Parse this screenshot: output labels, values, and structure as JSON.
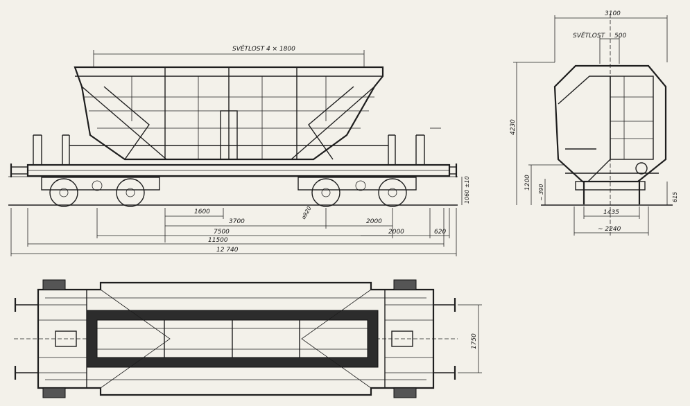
{
  "side_view": {
    "label_svetlost": "SVĚTLOST  4 × 1800",
    "dims": {
      "d1600": "1600",
      "d3700": "3700",
      "d7500": "7500",
      "d11500": "11500",
      "d12740": "12 740",
      "d2000a": "2000",
      "d2000b": "2000",
      "d620": "620",
      "d920": "⌀920",
      "d1060": "1060 ±10"
    }
  },
  "end_view": {
    "label_3100": "3100",
    "label_svetlost": "SVĚTLOST",
    "label_500": "500",
    "label_4230": "4230",
    "label_1200": "1200",
    "label_390": "~ 390",
    "label_615": "615",
    "label_1435": "1435",
    "label_2240": "~ 2240"
  },
  "top_view": {
    "label_1750": "1750"
  },
  "colors": {
    "paper": "#f3f1ea",
    "ink": "#1e1e1e"
  }
}
